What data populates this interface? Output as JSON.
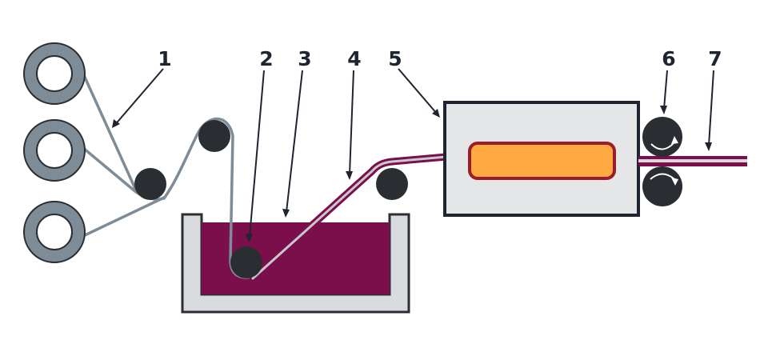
{
  "diagram": {
    "labels": [
      "1",
      "2",
      "3",
      "4",
      "5",
      "6",
      "7"
    ]
  },
  "colors": {
    "spool": "#7e8c98",
    "fiber": "#7e8c98",
    "roller": "#2a2d31",
    "resin": "#7a0f4c",
    "bath_wall": "#d9dbdf",
    "oven_body": "#e4e6e8",
    "heater": "#ffa942",
    "heater_border": "#9b1c2b",
    "ink": "#1f2431",
    "product_outer": "#7a0f4c",
    "product_inner": "#d9d9d9"
  }
}
